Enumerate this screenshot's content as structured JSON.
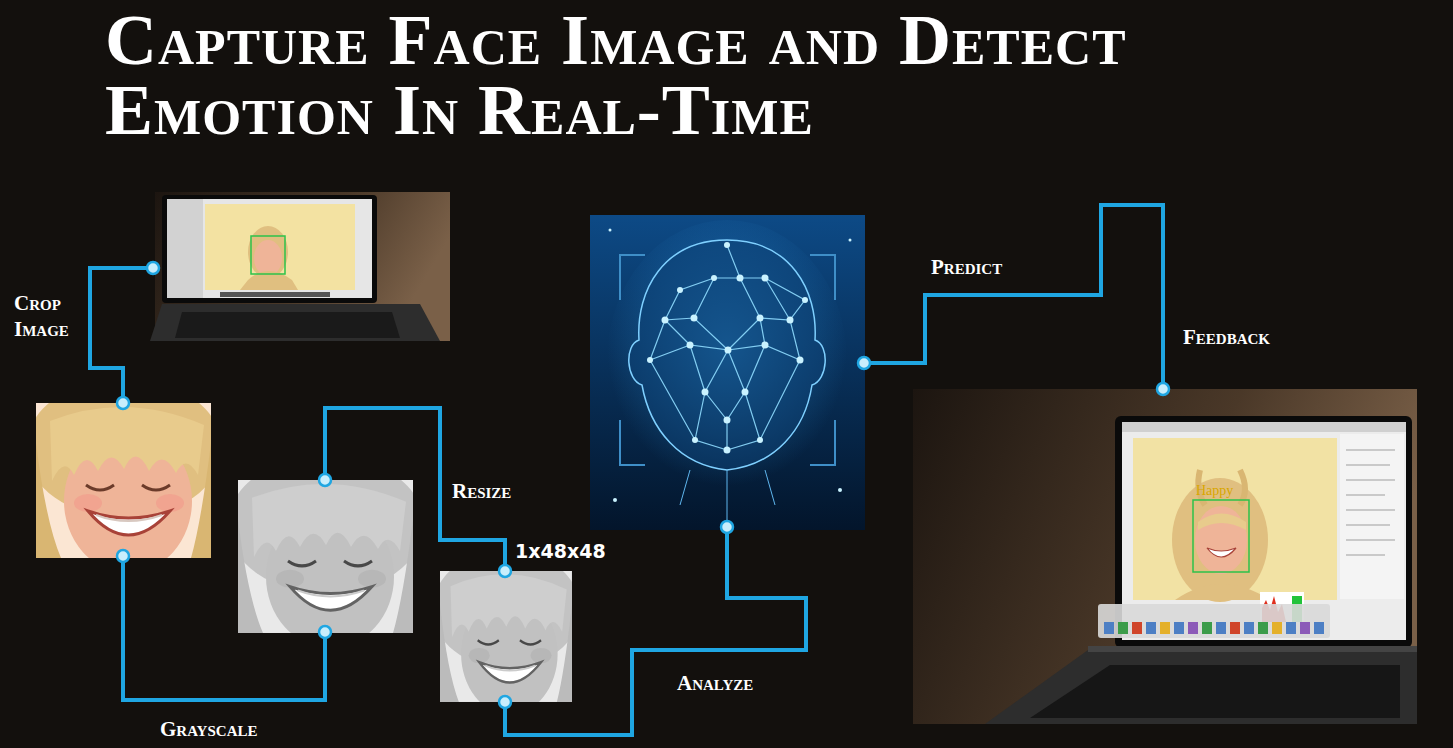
{
  "diagram": {
    "title": "Capture Face Image and Detect Emotion In Real-Time",
    "labels": [
      "Crop Image",
      "Grayscale",
      "Resize",
      "1x48x48",
      "Analyze",
      "Happy",
      "Predict",
      "Feedback"
    ]
  }
}
